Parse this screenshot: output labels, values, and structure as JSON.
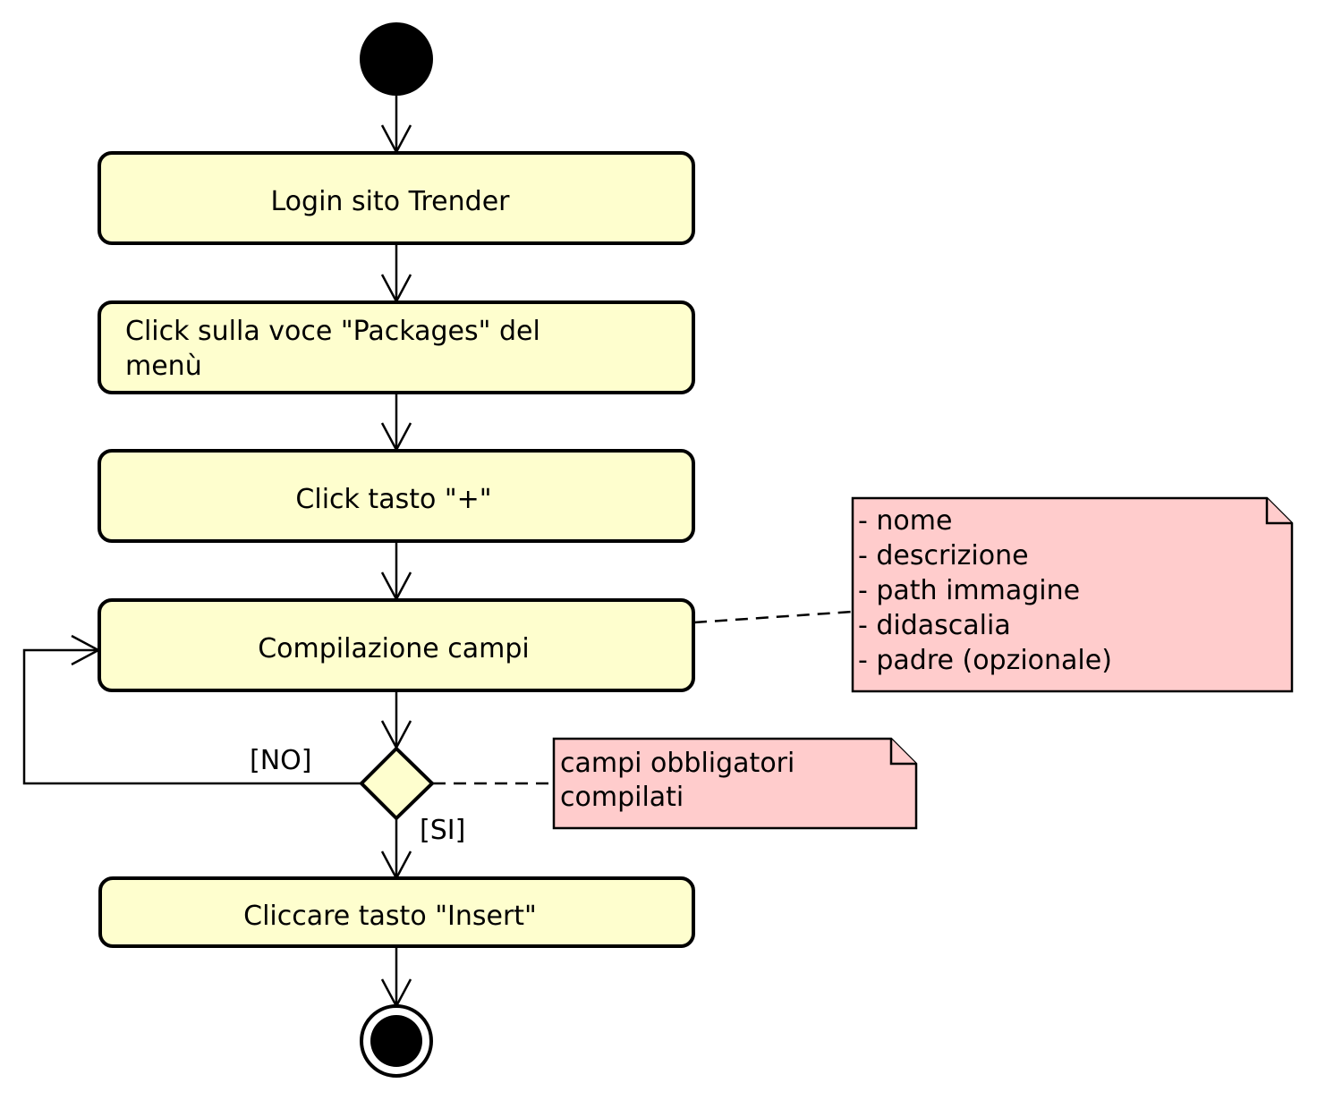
{
  "diagram": {
    "colors": {
      "activity_fill": "#FEFECE",
      "note_fill": "#FFCCCC",
      "stroke": "#000000"
    },
    "activities": {
      "login": "Login sito Trender",
      "packages_line1": "Click sulla voce \"Packages\" del",
      "packages_line2": "menù",
      "plus": "Click tasto \"+\"",
      "compile": "Compilazione campi",
      "insert": "Cliccare tasto \"Insert\""
    },
    "guards": {
      "no": "[NO]",
      "yes": "[SI]"
    },
    "notes": {
      "fields": [
        "- nome",
        "- descrizione",
        "- path immagine",
        "- didascalia",
        "- padre (opzionale)"
      ],
      "condition": [
        "campi obbligatori",
        "compilati"
      ]
    }
  }
}
